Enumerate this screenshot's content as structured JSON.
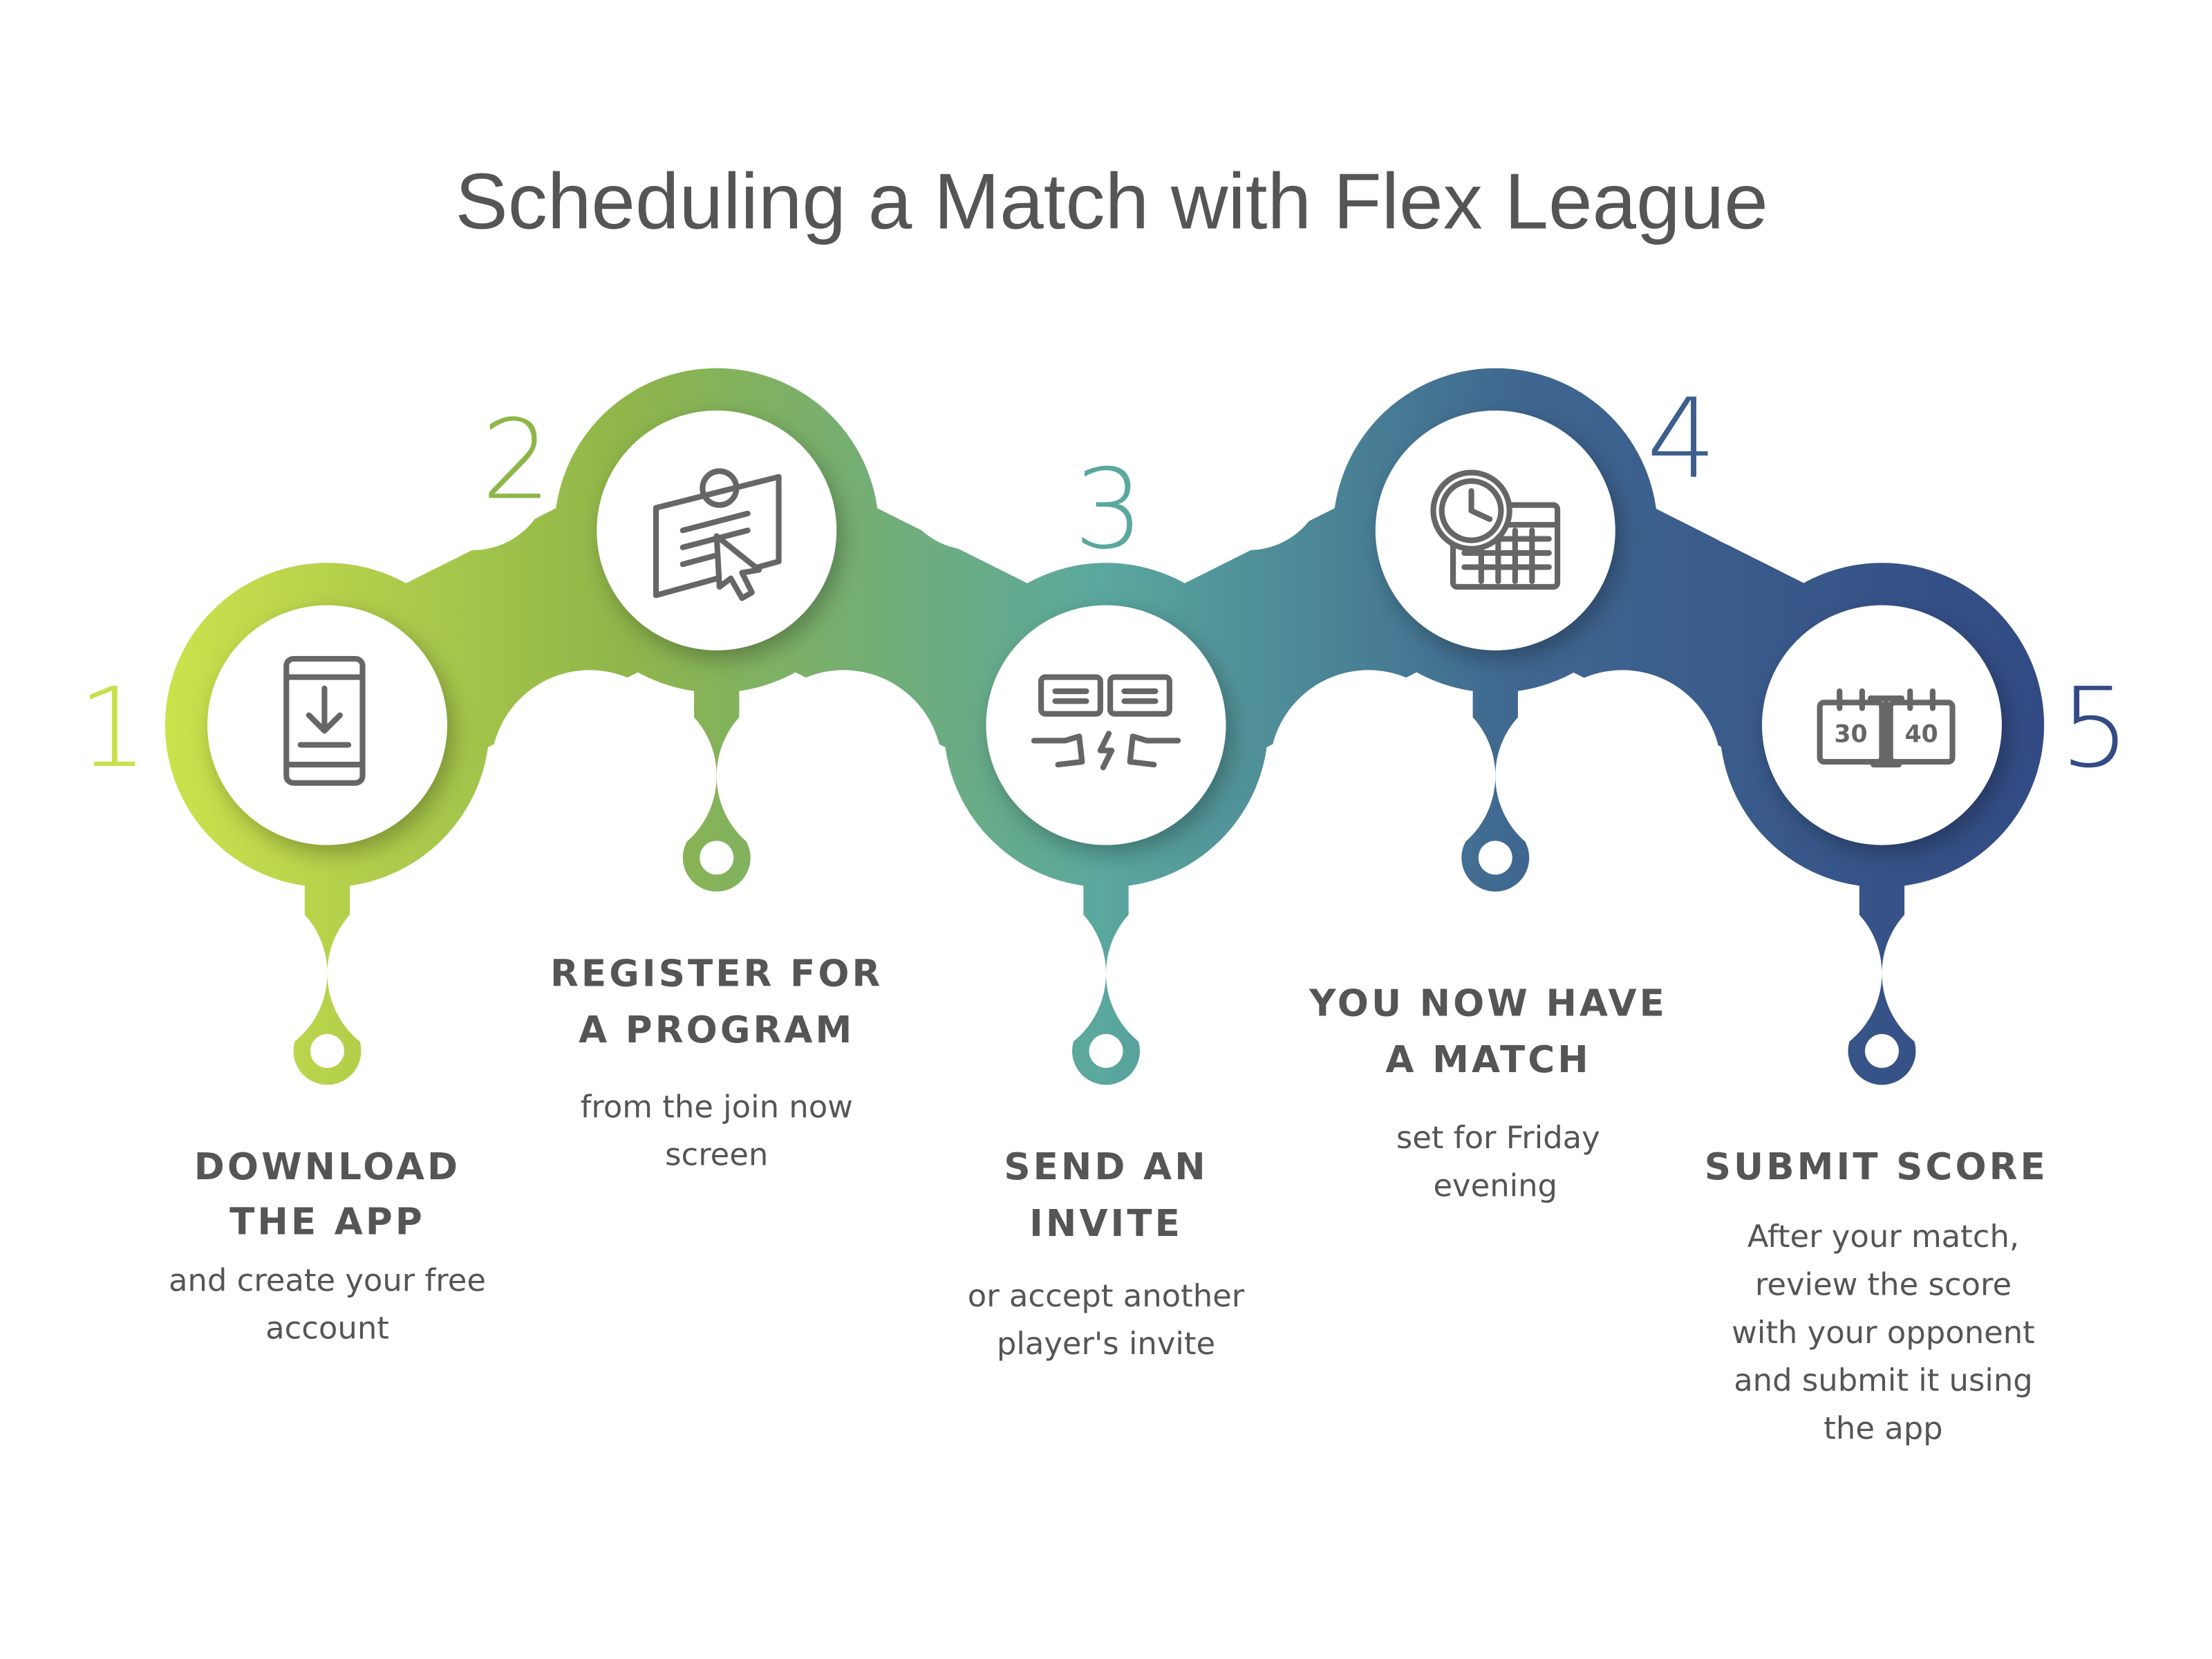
{
  "title": "Scheduling a Match with Flex League",
  "colors": {
    "step1": "#c8e04c",
    "step2": "#8db548",
    "step3": "#5aa89e",
    "step4": "#3e5f8e",
    "step5": "#334a85",
    "text": "#555555"
  },
  "steps": [
    {
      "number": "1",
      "heading": [
        "DOWNLOAD",
        "THE APP"
      ],
      "description": [
        "and create your free",
        "account"
      ],
      "icon": "phone-download-icon"
    },
    {
      "number": "2",
      "heading": [
        "REGISTER FOR",
        "A PROGRAM"
      ],
      "description": [
        "from the join now",
        "screen"
      ],
      "icon": "id-card-cursor-icon"
    },
    {
      "number": "3",
      "heading": [
        "SEND AN",
        "INVITE"
      ],
      "description": [
        "or accept another",
        "player's invite"
      ],
      "icon": "handshake-chat-icon"
    },
    {
      "number": "4",
      "heading": [
        "YOU NOW HAVE",
        "A MATCH"
      ],
      "description": [
        "set for Friday",
        "evening"
      ],
      "icon": "clock-calendar-icon"
    },
    {
      "number": "5",
      "heading": [
        "SUBMIT SCORE"
      ],
      "description": [
        "After your match,",
        "review the score",
        "with your opponent",
        "and submit it using",
        "the app"
      ],
      "icon": "scoreboard-icon",
      "scores": [
        "30",
        "40"
      ]
    }
  ]
}
